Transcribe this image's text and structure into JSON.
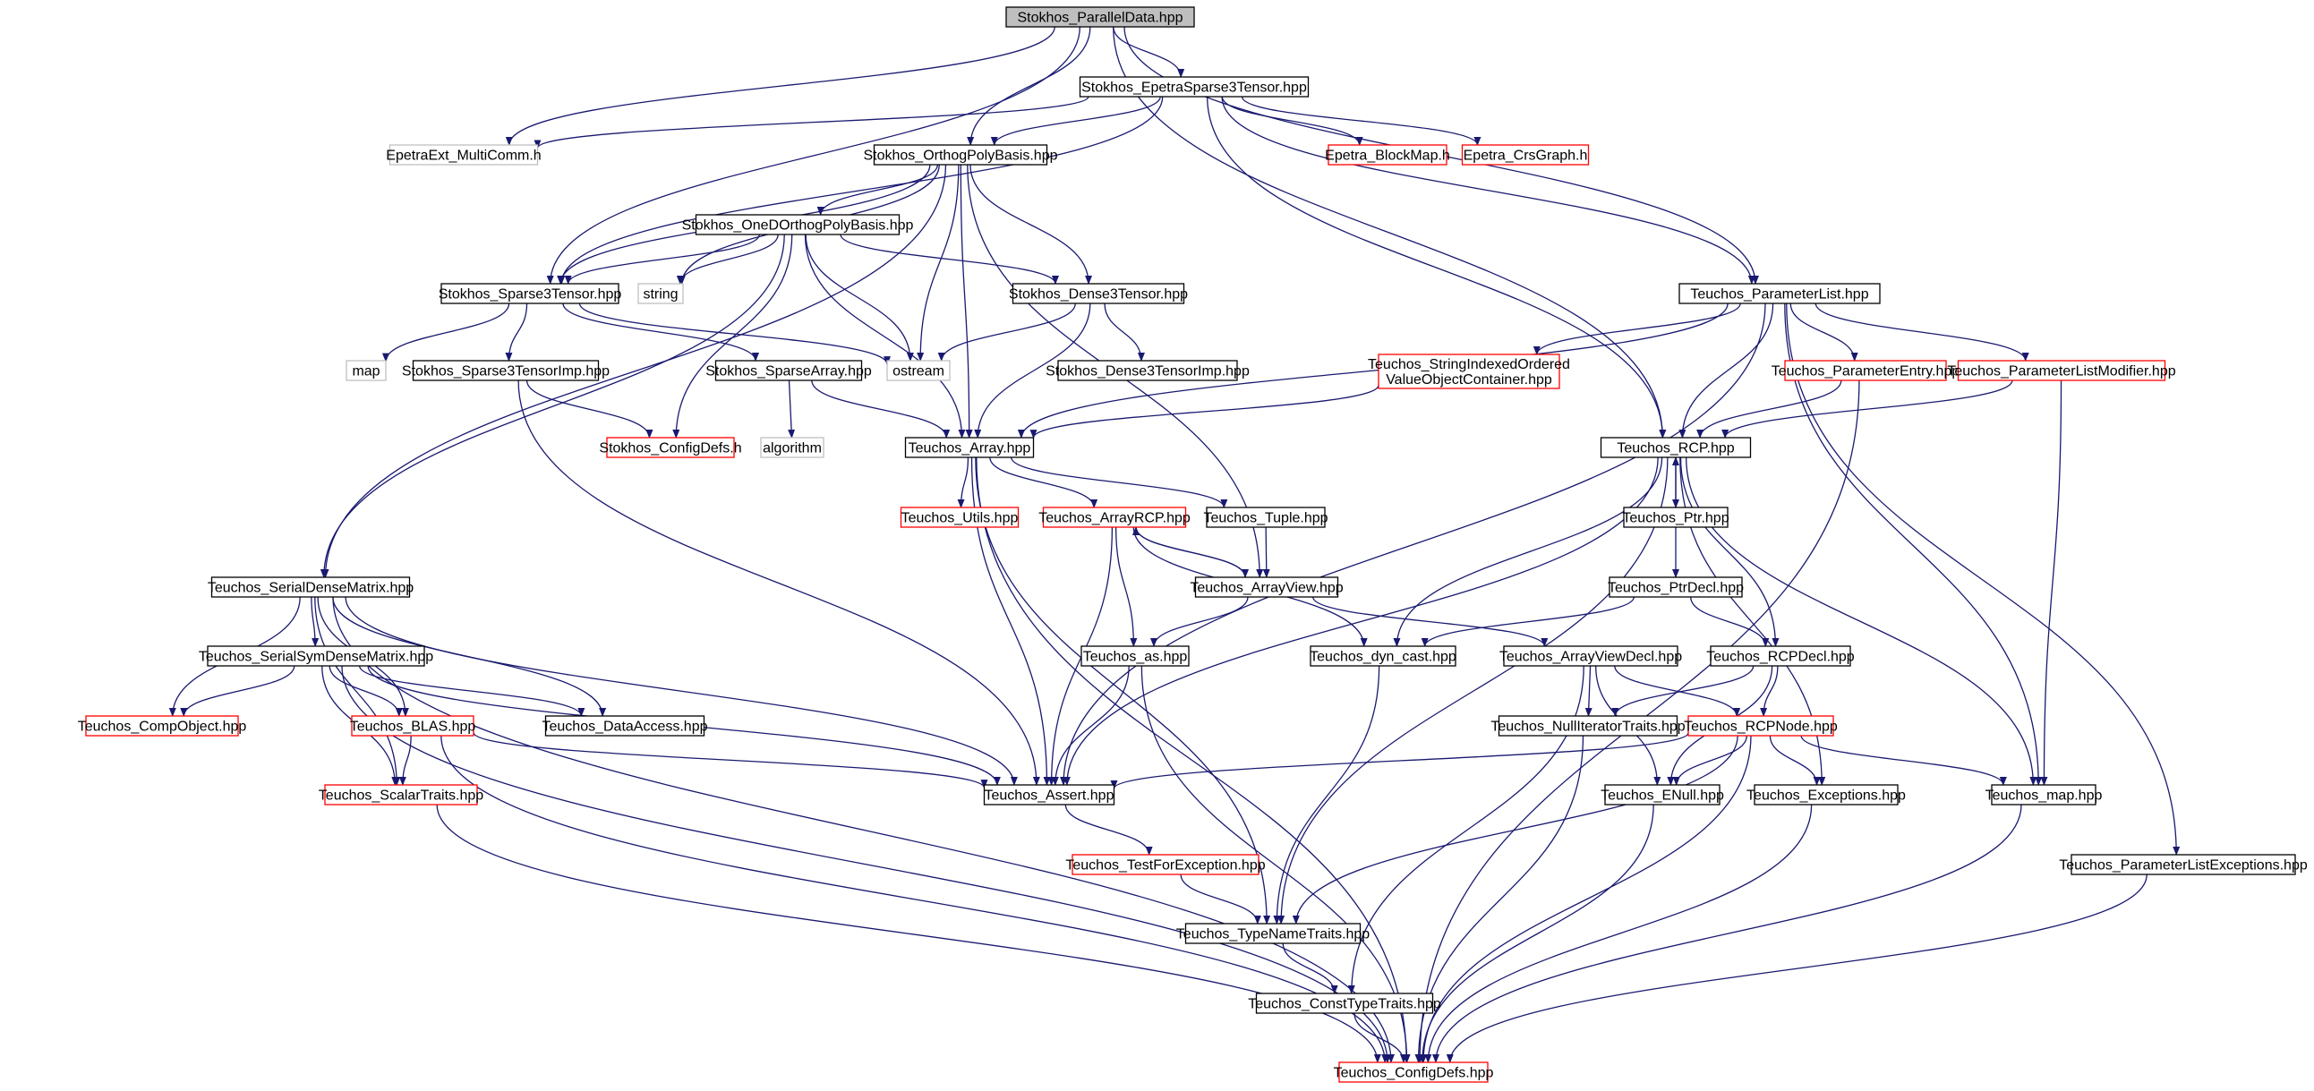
{
  "graph": {
    "root": "n0",
    "colors": {
      "edge": "#191970",
      "node_border": "#000000",
      "node_border_incomplete": "#ff0000",
      "node_border_external": "#bfbfbf",
      "root_fill": "#bfbfbf",
      "node_fill": "#ffffff"
    },
    "nodes": [
      {
        "id": "n0",
        "label": [
          "Stokhos_ParallelData.hpp"
        ],
        "kind": "root"
      },
      {
        "id": "n1",
        "label": [
          "Stokhos_EpetraSparse3Tensor.hpp"
        ],
        "kind": "normal"
      },
      {
        "id": "n2",
        "label": [
          "EpetraExt_MultiComm.h"
        ],
        "kind": "external"
      },
      {
        "id": "n3",
        "label": [
          "Stokhos_OrthogPolyBasis.hpp"
        ],
        "kind": "normal"
      },
      {
        "id": "n4",
        "label": [
          "Epetra_BlockMap.h"
        ],
        "kind": "incomplete"
      },
      {
        "id": "n5",
        "label": [
          "Epetra_CrsGraph.h"
        ],
        "kind": "incomplete"
      },
      {
        "id": "n6",
        "label": [
          "Stokhos_OneDOrthogPolyBasis.hpp"
        ],
        "kind": "normal"
      },
      {
        "id": "n7",
        "label": [
          "Stokhos_Sparse3Tensor.hpp"
        ],
        "kind": "normal"
      },
      {
        "id": "n8",
        "label": [
          "string"
        ],
        "kind": "external"
      },
      {
        "id": "n9",
        "label": [
          "Stokhos_Dense3Tensor.hpp"
        ],
        "kind": "normal"
      },
      {
        "id": "n10",
        "label": [
          "Teuchos_ParameterList.hpp"
        ],
        "kind": "normal"
      },
      {
        "id": "n11",
        "label": [
          "map"
        ],
        "kind": "external"
      },
      {
        "id": "n12",
        "label": [
          "Stokhos_Sparse3TensorImp.hpp"
        ],
        "kind": "normal"
      },
      {
        "id": "n13",
        "label": [
          "Stokhos_SparseArray.hpp"
        ],
        "kind": "normal"
      },
      {
        "id": "n14",
        "label": [
          "ostream"
        ],
        "kind": "external"
      },
      {
        "id": "n15",
        "label": [
          "Stokhos_Dense3TensorImp.hpp"
        ],
        "kind": "normal"
      },
      {
        "id": "n16",
        "label": [
          "Teuchos_StringIndexedOrdered",
          "ValueObjectContainer.hpp"
        ],
        "kind": "incomplete"
      },
      {
        "id": "n17",
        "label": [
          "Teuchos_ParameterEntry.hpp"
        ],
        "kind": "incomplete"
      },
      {
        "id": "n18",
        "label": [
          "Teuchos_ParameterListModifier.hpp"
        ],
        "kind": "incomplete"
      },
      {
        "id": "n19",
        "label": [
          "algorithm"
        ],
        "kind": "external"
      },
      {
        "id": "n20",
        "label": [
          "Stokhos_ConfigDefs.h"
        ],
        "kind": "incomplete"
      },
      {
        "id": "n21",
        "label": [
          "Teuchos_Array.hpp"
        ],
        "kind": "normal"
      },
      {
        "id": "n22",
        "label": [
          "Teuchos_RCP.hpp"
        ],
        "kind": "normal"
      },
      {
        "id": "n23",
        "label": [
          "Teuchos_Utils.hpp"
        ],
        "kind": "incomplete"
      },
      {
        "id": "n24",
        "label": [
          "Teuchos_ArrayRCP.hpp"
        ],
        "kind": "incomplete"
      },
      {
        "id": "n25",
        "label": [
          "Teuchos_Tuple.hpp"
        ],
        "kind": "normal"
      },
      {
        "id": "n26",
        "label": [
          "Teuchos_Ptr.hpp"
        ],
        "kind": "normal"
      },
      {
        "id": "n27",
        "label": [
          "Teuchos_SerialDenseMatrix.hpp"
        ],
        "kind": "normal"
      },
      {
        "id": "n28",
        "label": [
          "Teuchos_ArrayView.hpp"
        ],
        "kind": "normal"
      },
      {
        "id": "n29",
        "label": [
          "Teuchos_PtrDecl.hpp"
        ],
        "kind": "normal"
      },
      {
        "id": "n30",
        "label": [
          "Teuchos_SerialSymDenseMatrix.hpp"
        ],
        "kind": "normal"
      },
      {
        "id": "n31",
        "label": [
          "Teuchos_as.hpp"
        ],
        "kind": "normal"
      },
      {
        "id": "n32",
        "label": [
          "Teuchos_dyn_cast.hpp"
        ],
        "kind": "normal"
      },
      {
        "id": "n33",
        "label": [
          "Teuchos_ArrayViewDecl.hpp"
        ],
        "kind": "normal"
      },
      {
        "id": "n34",
        "label": [
          "Teuchos_RCPDecl.hpp"
        ],
        "kind": "normal"
      },
      {
        "id": "n35",
        "label": [
          "Teuchos_CompObject.hpp"
        ],
        "kind": "incomplete"
      },
      {
        "id": "n36",
        "label": [
          "Teuchos_BLAS.hpp"
        ],
        "kind": "incomplete"
      },
      {
        "id": "n37",
        "label": [
          "Teuchos_DataAccess.hpp"
        ],
        "kind": "normal"
      },
      {
        "id": "n38",
        "label": [
          "Teuchos_NullIteratorTraits.hpp"
        ],
        "kind": "normal"
      },
      {
        "id": "n39",
        "label": [
          "Teuchos_RCPNode.hpp"
        ],
        "kind": "incomplete"
      },
      {
        "id": "n40",
        "label": [
          "Teuchos_ScalarTraits.hpp"
        ],
        "kind": "incomplete"
      },
      {
        "id": "n41",
        "label": [
          "Teuchos_Assert.hpp"
        ],
        "kind": "normal"
      },
      {
        "id": "n42",
        "label": [
          "Teuchos_ENull.hpp"
        ],
        "kind": "normal"
      },
      {
        "id": "n43",
        "label": [
          "Teuchos_Exceptions.hpp"
        ],
        "kind": "normal"
      },
      {
        "id": "n44",
        "label": [
          "Teuchos_map.hpp"
        ],
        "kind": "normal"
      },
      {
        "id": "n45",
        "label": [
          "Teuchos_TestForException.hpp"
        ],
        "kind": "incomplete"
      },
      {
        "id": "n46",
        "label": [
          "Teuchos_ParameterListExceptions.hpp"
        ],
        "kind": "normal"
      },
      {
        "id": "n47",
        "label": [
          "Teuchos_TypeNameTraits.hpp"
        ],
        "kind": "normal"
      },
      {
        "id": "n48",
        "label": [
          "Teuchos_ConstTypeTraits.hpp"
        ],
        "kind": "normal"
      },
      {
        "id": "n49",
        "label": [
          "Teuchos_ConfigDefs.hpp"
        ],
        "kind": "incomplete"
      }
    ],
    "edges": [
      [
        "n0",
        "n1"
      ],
      [
        "n0",
        "n2"
      ],
      [
        "n0",
        "n3"
      ],
      [
        "n0",
        "n7"
      ],
      [
        "n0",
        "n10"
      ],
      [
        "n0",
        "n22"
      ],
      [
        "n1",
        "n2"
      ],
      [
        "n1",
        "n3"
      ],
      [
        "n1",
        "n4"
      ],
      [
        "n1",
        "n5"
      ],
      [
        "n1",
        "n7"
      ],
      [
        "n1",
        "n10"
      ],
      [
        "n1",
        "n22"
      ],
      [
        "n3",
        "n6"
      ],
      [
        "n3",
        "n7"
      ],
      [
        "n3",
        "n8"
      ],
      [
        "n3",
        "n9"
      ],
      [
        "n3",
        "n14"
      ],
      [
        "n3",
        "n21"
      ],
      [
        "n3",
        "n27"
      ],
      [
        "n3",
        "n28"
      ],
      [
        "n6",
        "n7"
      ],
      [
        "n6",
        "n8"
      ],
      [
        "n6",
        "n9"
      ],
      [
        "n6",
        "n14"
      ],
      [
        "n6",
        "n20"
      ],
      [
        "n6",
        "n21"
      ],
      [
        "n6",
        "n27"
      ],
      [
        "n7",
        "n11"
      ],
      [
        "n7",
        "n12"
      ],
      [
        "n7",
        "n13"
      ],
      [
        "n7",
        "n14"
      ],
      [
        "n9",
        "n14"
      ],
      [
        "n9",
        "n15"
      ],
      [
        "n9",
        "n21"
      ],
      [
        "n10",
        "n16"
      ],
      [
        "n10",
        "n17"
      ],
      [
        "n10",
        "n18"
      ],
      [
        "n10",
        "n21"
      ],
      [
        "n10",
        "n22"
      ],
      [
        "n10",
        "n41"
      ],
      [
        "n10",
        "n44"
      ],
      [
        "n10",
        "n46"
      ],
      [
        "n12",
        "n20"
      ],
      [
        "n12",
        "n41"
      ],
      [
        "n13",
        "n19"
      ],
      [
        "n13",
        "n21"
      ],
      [
        "n16",
        "n21"
      ],
      [
        "n17",
        "n22"
      ],
      [
        "n17",
        "n49"
      ],
      [
        "n18",
        "n22"
      ],
      [
        "n18",
        "n44"
      ],
      [
        "n21",
        "n23"
      ],
      [
        "n21",
        "n24"
      ],
      [
        "n21",
        "n25"
      ],
      [
        "n21",
        "n41"
      ],
      [
        "n21",
        "n47"
      ],
      [
        "n21",
        "n49"
      ],
      [
        "n22",
        "n26"
      ],
      [
        "n22",
        "n34"
      ],
      [
        "n22",
        "n32"
      ],
      [
        "n22",
        "n41"
      ],
      [
        "n22",
        "n43"
      ],
      [
        "n22",
        "n44"
      ],
      [
        "n22",
        "n47"
      ],
      [
        "n24",
        "n28"
      ],
      [
        "n24",
        "n31"
      ],
      [
        "n24",
        "n32"
      ],
      [
        "n24",
        "n41"
      ],
      [
        "n25",
        "n28"
      ],
      [
        "n26",
        "n22"
      ],
      [
        "n26",
        "n29"
      ],
      [
        "n27",
        "n30"
      ],
      [
        "n27",
        "n35"
      ],
      [
        "n27",
        "n36"
      ],
      [
        "n27",
        "n37"
      ],
      [
        "n27",
        "n40"
      ],
      [
        "n27",
        "n41"
      ],
      [
        "n27",
        "n49"
      ],
      [
        "n28",
        "n24"
      ],
      [
        "n28",
        "n31"
      ],
      [
        "n28",
        "n33"
      ],
      [
        "n29",
        "n32"
      ],
      [
        "n29",
        "n34"
      ],
      [
        "n30",
        "n35"
      ],
      [
        "n30",
        "n36"
      ],
      [
        "n30",
        "n37"
      ],
      [
        "n30",
        "n40"
      ],
      [
        "n30",
        "n41"
      ],
      [
        "n30",
        "n49"
      ],
      [
        "n31",
        "n41"
      ],
      [
        "n31",
        "n49"
      ],
      [
        "n32",
        "n47"
      ],
      [
        "n33",
        "n38"
      ],
      [
        "n33",
        "n39"
      ],
      [
        "n33",
        "n42"
      ],
      [
        "n33",
        "n48"
      ],
      [
        "n34",
        "n38"
      ],
      [
        "n34",
        "n39"
      ],
      [
        "n34",
        "n42"
      ],
      [
        "n36",
        "n40"
      ],
      [
        "n36",
        "n41"
      ],
      [
        "n36",
        "n49"
      ],
      [
        "n38",
        "n49"
      ],
      [
        "n39",
        "n41"
      ],
      [
        "n39",
        "n42"
      ],
      [
        "n39",
        "n43"
      ],
      [
        "n39",
        "n44"
      ],
      [
        "n39",
        "n47"
      ],
      [
        "n39",
        "n49"
      ],
      [
        "n40",
        "n49"
      ],
      [
        "n41",
        "n45"
      ],
      [
        "n42",
        "n49"
      ],
      [
        "n43",
        "n49"
      ],
      [
        "n44",
        "n49"
      ],
      [
        "n45",
        "n47"
      ],
      [
        "n46",
        "n49"
      ],
      [
        "n47",
        "n48"
      ],
      [
        "n48",
        "n49"
      ]
    ]
  }
}
